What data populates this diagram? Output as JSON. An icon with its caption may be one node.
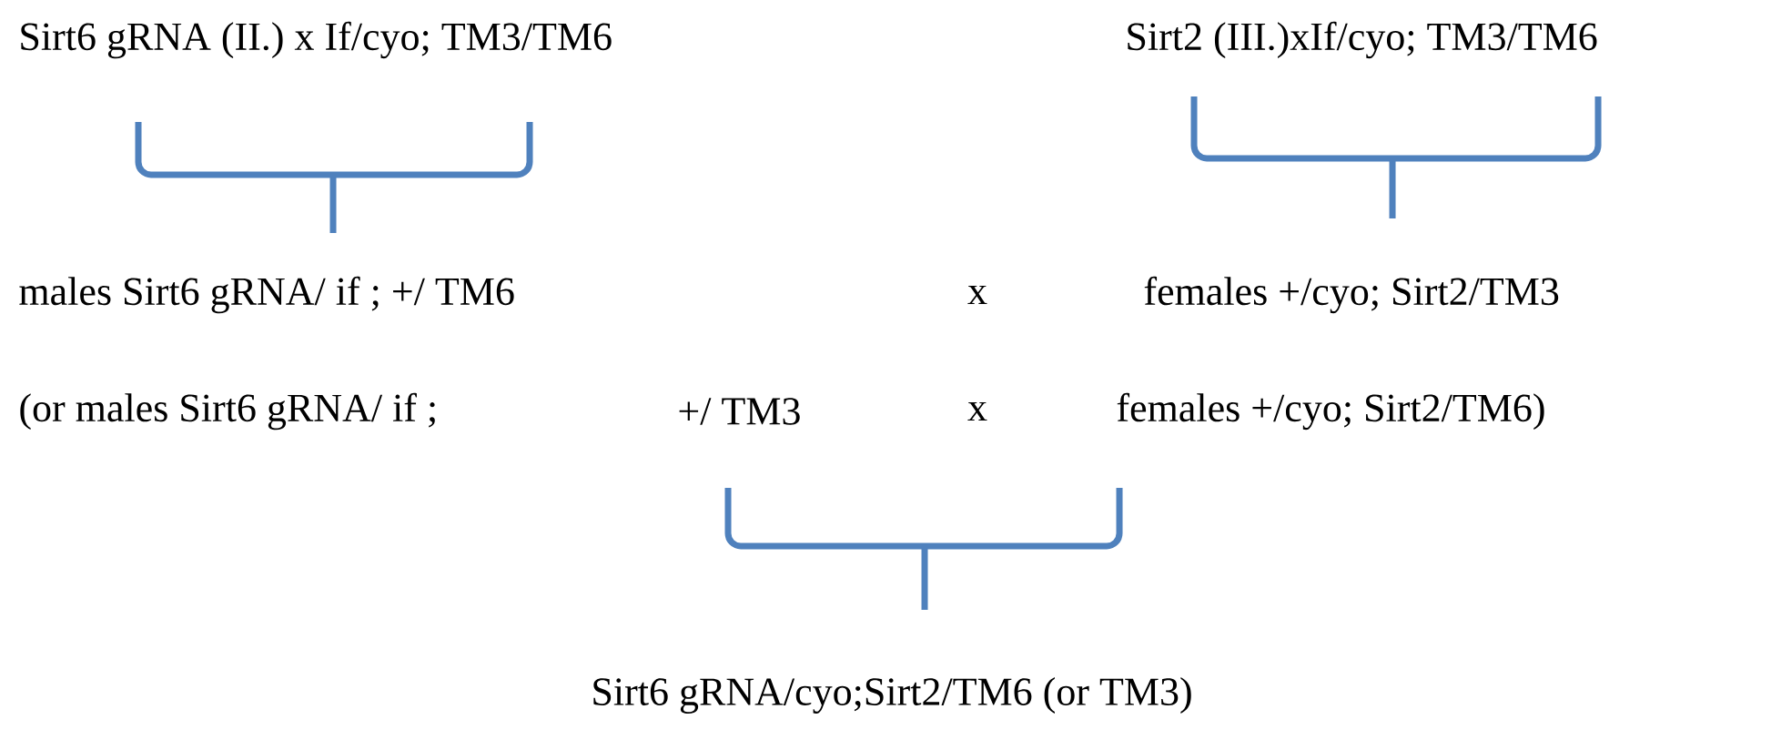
{
  "diagram": {
    "labels": [
      "Sirt6 gRNA (II.) x If/cyo; TM3/TM6",
      "Sirt2 (III.)xIf/cyo; TM3/TM6",
      "males Sirt6 gRNA/ if ; +/ TM6",
      "x",
      "females +/cyo; Sirt2/TM3",
      "(or males Sirt6 gRNA/ if ;",
      "+/ TM3",
      "x",
      "females +/cyo; Sirt2/TM6)",
      "Sirt6 gRNA/cyo;Sirt2/TM6 (or TM3)"
    ]
  }
}
